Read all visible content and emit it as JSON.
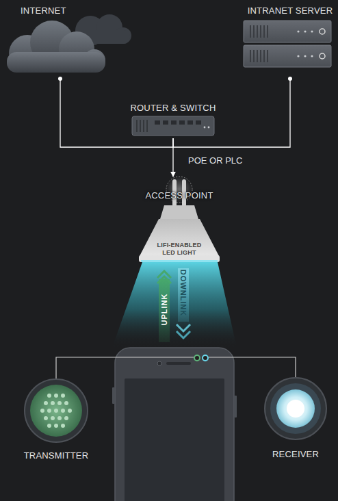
{
  "diagram": {
    "nodes": [
      {
        "text": [
          "INTERNET"
        ]
      },
      {
        "text": [
          "INTRANET SERVER"
        ]
      },
      {
        "text": [
          "ROUTER & SWITCH"
        ]
      },
      {
        "text": [
          "ACCESS POINT",
          "LIFI-ENABLED LED LIGHT"
        ]
      },
      {
        "text": [
          "TRANSMITTER"
        ]
      },
      {
        "text": [
          "RECEIVER"
        ]
      }
    ],
    "edges": [
      {
        "from": 0,
        "to": 2,
        "arrow": "none"
      },
      {
        "from": 1,
        "to": 2,
        "arrow": "none"
      },
      {
        "from": 2,
        "to": 3,
        "label": "POE OR PLC",
        "arrow": "to"
      }
    ],
    "labels": [
      "UPLINK",
      "DOWNLINK"
    ]
  }
}
